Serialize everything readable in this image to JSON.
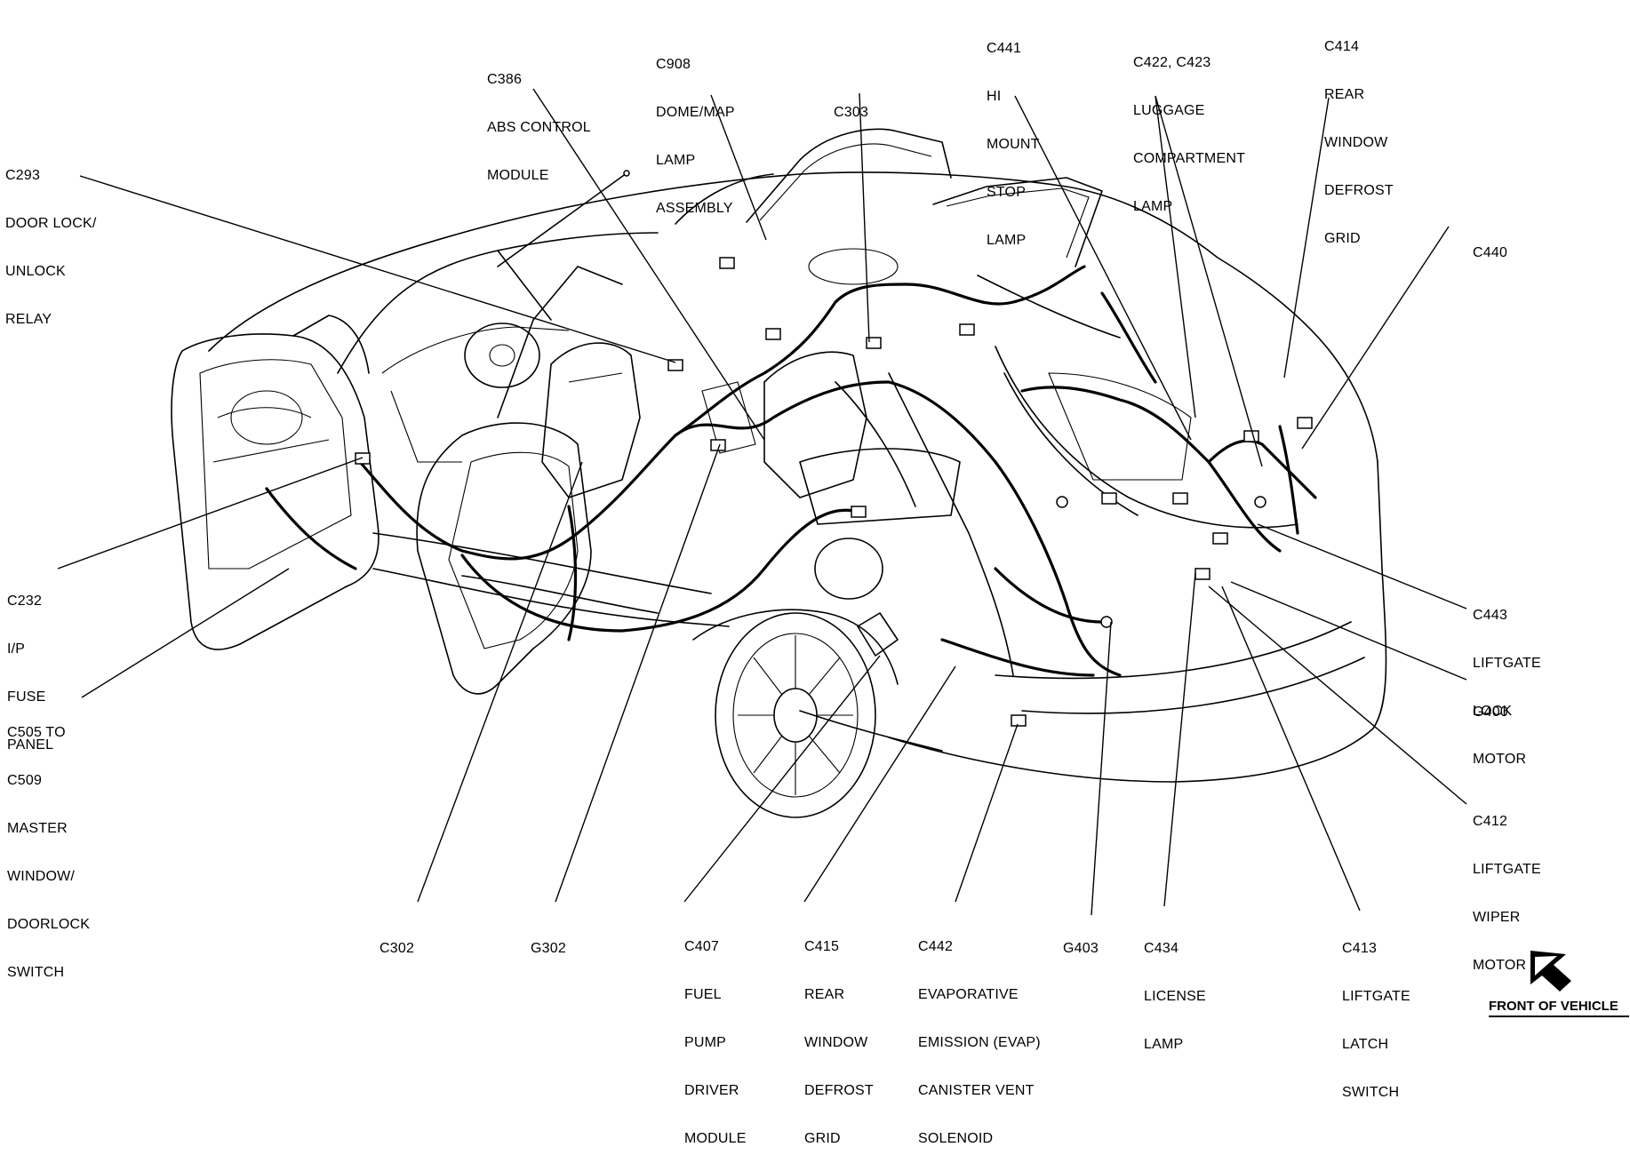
{
  "callouts": {
    "c293": [
      "C293",
      "DOOR LOCK/",
      "UNLOCK",
      "RELAY"
    ],
    "c386": [
      "C386",
      "ABS CONTROL",
      "MODULE"
    ],
    "c908": [
      "C908",
      "DOME/MAP",
      "LAMP",
      "ASSEMBLY"
    ],
    "c303": [
      "C303"
    ],
    "c441": [
      "C441",
      "HI",
      "MOUNT",
      "STOP",
      "LAMP"
    ],
    "c422": [
      "C422, C423",
      "LUGGAGE",
      "COMPARTMENT",
      "LAMP"
    ],
    "c414": [
      "C414",
      "REAR",
      "WINDOW",
      "DEFROST",
      "GRID"
    ],
    "c440": [
      "C440"
    ],
    "c232": [
      "C232",
      "I/P",
      "FUSE",
      "PANEL"
    ],
    "c505": [
      "C505 TO",
      "C509",
      "MASTER",
      "WINDOW/",
      "DOORLOCK",
      "SWITCH"
    ],
    "c443": [
      "C443",
      "LIFTGATE",
      "LOCK",
      "MOTOR"
    ],
    "g400": [
      "G400"
    ],
    "c412": [
      "C412",
      "LIFTGATE",
      "WIPER",
      "MOTOR"
    ],
    "c302": [
      "C302"
    ],
    "g302": [
      "G302"
    ],
    "c407": [
      "C407",
      "FUEL",
      "PUMP",
      "DRIVER",
      "MODULE"
    ],
    "c415": [
      "C415",
      "REAR",
      "WINDOW",
      "DEFROST",
      "GRID"
    ],
    "c442": [
      "C442",
      "EVAPORATIVE",
      "EMISSION (EVAP)",
      "CANISTER VENT",
      "SOLENOID"
    ],
    "g403": [
      "G403"
    ],
    "c434": [
      "C434",
      "LICENSE",
      "LAMP"
    ],
    "c413": [
      "C413",
      "LIFTGATE",
      "LATCH",
      "SWITCH"
    ]
  },
  "caption": "FRONT OF VEHICLE"
}
